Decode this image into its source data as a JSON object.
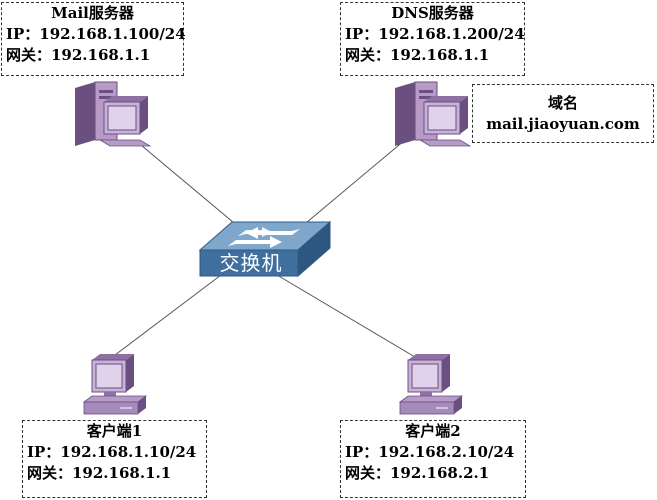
{
  "mail_server": {
    "title": "Mail服务器",
    "ip": "IP：192.168.1.100/24",
    "gateway": "网关：192.168.1.1"
  },
  "dns_server": {
    "title": "DNS服务器",
    "ip": "IP：192.168.1.200/24",
    "gateway": "网关：192.168.1.1"
  },
  "domain": {
    "title": "域名",
    "value": "mail.jiaoyuan.com"
  },
  "switch": {
    "label": "交换机"
  },
  "client1": {
    "title": "客户端1",
    "ip": "IP：192.168.1.10/24",
    "gateway": "网关：192.168.1.1"
  },
  "client2": {
    "title": "客户端2",
    "ip": "IP：192.168.2.10/24",
    "gateway": "网关：192.168.2.1"
  },
  "colors": {
    "device_purple": "#9b7bb0",
    "device_dark": "#5a3f6e",
    "switch_blue": "#3e6f9e"
  }
}
